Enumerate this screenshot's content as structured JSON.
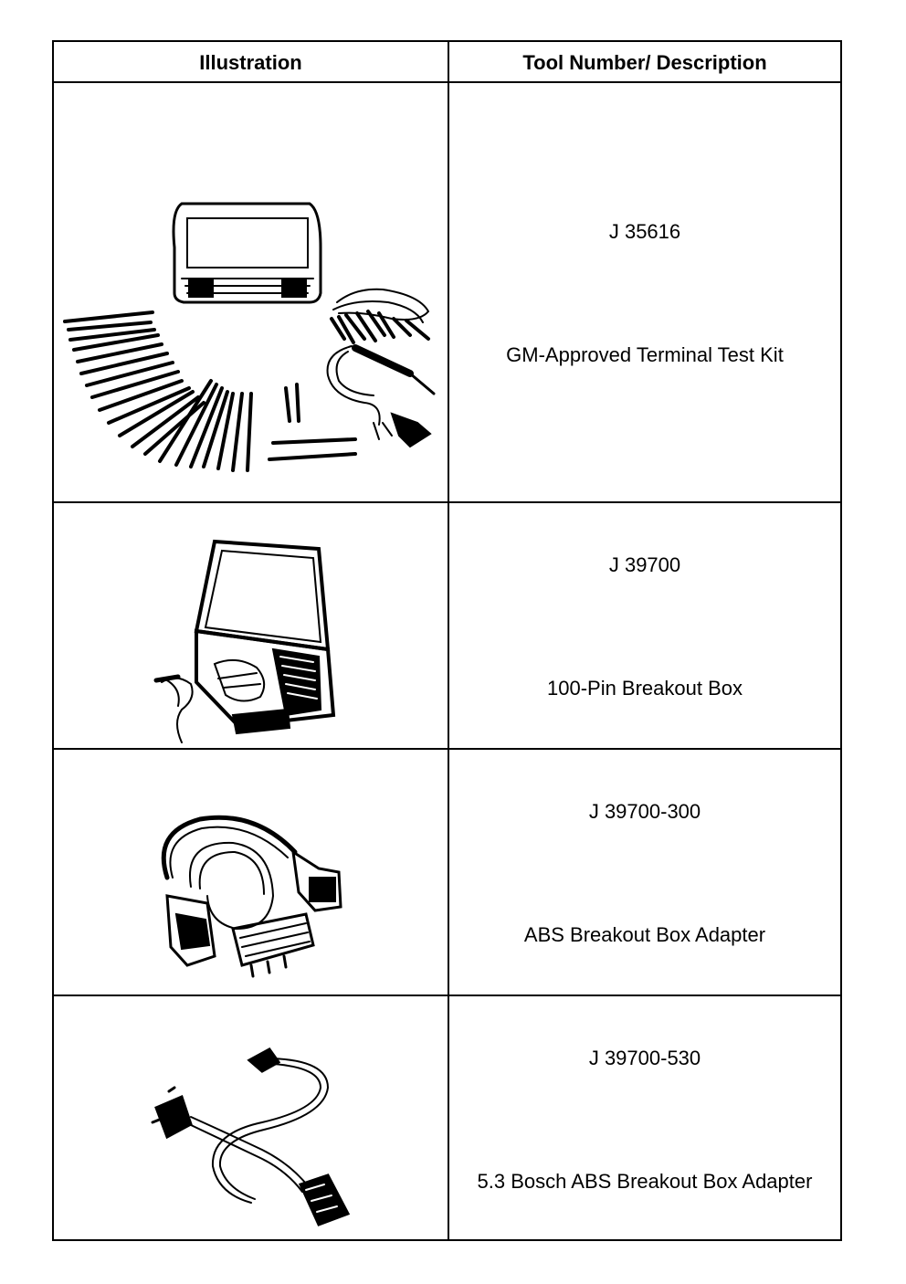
{
  "table": {
    "headers": {
      "illustration": "Illustration",
      "description": "Tool Number/ Description"
    },
    "rows": [
      {
        "tool_number": "J 35616",
        "description": "GM-Approved Terminal Test Kit",
        "illustration": "terminal-test-kit-illustration"
      },
      {
        "tool_number": "J 39700",
        "description": "100-Pin Breakout Box",
        "illustration": "breakout-box-case-illustration"
      },
      {
        "tool_number": "J 39700-300",
        "description": "ABS Breakout Box Adapter",
        "illustration": "abs-adapter-harness-illustration"
      },
      {
        "tool_number": "J 39700-530",
        "description": "5.3 Bosch ABS Breakout Box Adapter",
        "illustration": "bosch-adapter-harness-illustration"
      }
    ]
  }
}
